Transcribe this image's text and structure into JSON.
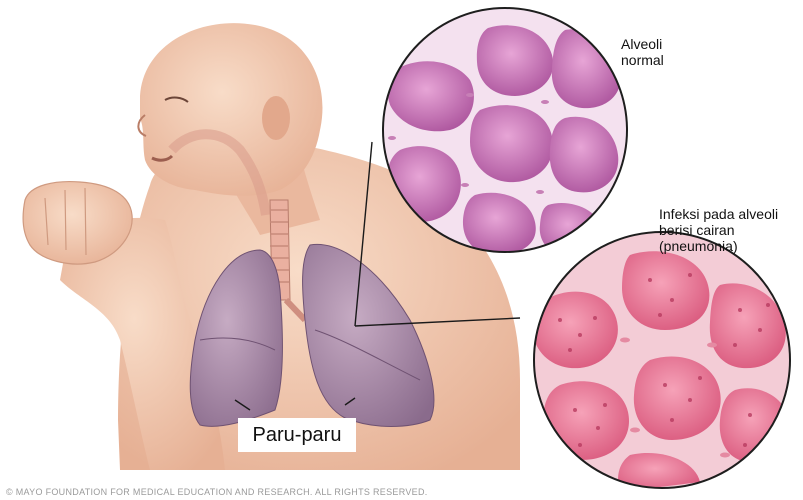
{
  "labels": {
    "normal_alveoli": [
      "Alveoli",
      "normal"
    ],
    "infected_alveoli": [
      "Infeksi pada alveoli",
      "berisi cairan",
      "(pneumonia)"
    ],
    "lungs": "Paru-paru"
  },
  "copyright": "© MAYO FOUNDATION FOR MEDICAL EDUCATION AND RESEARCH. ALL RIGHTS RESERVED.",
  "colors": {
    "skin": "#f2c8b0",
    "skin_shadow": "#d9a58a",
    "lung": "#a98aa6",
    "lung_dark": "#7d5f80",
    "trachea": "#e8b8a8",
    "normal_alveoli_fill": "#c56fb1",
    "normal_alveoli_wall": "#f7e6f2",
    "infected_alveoli_fill": "#e97293",
    "infected_alveoli_wall": "#f6d2da",
    "outline": "#2b2b2b"
  }
}
